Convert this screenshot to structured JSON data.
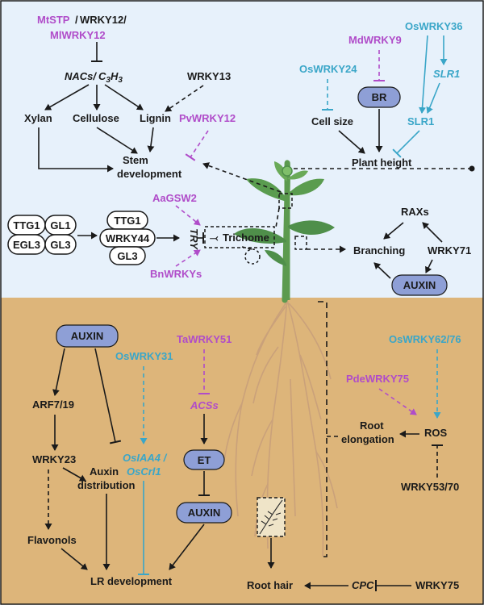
{
  "colors": {
    "sky": "#e7f1fb",
    "soil": "#ddb57a",
    "black": "#1a1a1a",
    "magenta": "#b04cc9",
    "cyan": "#3aa6c8",
    "pill_fill": "#8e9fd6",
    "leaf": "#4f8f4a",
    "stem": "#5c9a4f"
  },
  "labels": {
    "mtstp": "MtSTP",
    "slash": "/",
    "wrky12": "WRKY12/",
    "mlwrky12": "MlWRKY12",
    "nacs": "NACs/",
    "c3h3": "C3H3",
    "wrky13": "WRKY13",
    "xylan": "Xylan",
    "cellulose": "Cellulose",
    "lignin": "Lignin",
    "pvwrky12": "PvWRKY12",
    "stem_dev_1": "Stem",
    "stem_dev_2": "development",
    "mdwrky9": "MdWRKY9",
    "oswrky36": "OsWRKY36",
    "oswrky24": "OsWRKY24",
    "slr1_italic": "SLR1",
    "br": "BR",
    "slr1": "SLR1",
    "cell_size": "Cell size",
    "plant_height": "Plant height",
    "aagsw2": "AaGSW2",
    "ttg1_a": "TTG1",
    "gl1": "GL1",
    "egl3": "EGL3",
    "gl3_a": "GL3",
    "ttg1_b": "TTG1",
    "wrky44": "WRKY44",
    "gl3_b": "GL3",
    "try": "TRY",
    "trichome": "Trichome",
    "bnwrkys": "BnWRKYs",
    "raxs": "RAXs",
    "branching": "Branching",
    "wrky71": "WRKY71",
    "auxin_top": "AUXIN",
    "auxin_left": "AUXIN",
    "arf7_19": "ARF7/19",
    "wrky23": "WRKY23",
    "auxin_distribution_1": "Auxin",
    "auxin_distribution_2": "distribution",
    "flavonols": "Flavonols",
    "oswrky31": "OsWRKY31",
    "osiaa4": "OsIAA4 /",
    "oscrl1": "OsCrl1",
    "lr_development": "LR development",
    "tawrky51": "TaWRKY51",
    "acss": "ACSs",
    "et": "ET",
    "auxin_mid": "AUXIN",
    "oswrky62_76": "OsWRKY62/76",
    "pdewrky75": "PdeWRKY75",
    "root_elongation_1": "Root",
    "root_elongation_2": "elongation",
    "ros": "ROS",
    "wrky53_70": "WRKY53/70",
    "root_hair": "Root hair",
    "cpc": "CPC",
    "wrky75": "WRKY75"
  }
}
